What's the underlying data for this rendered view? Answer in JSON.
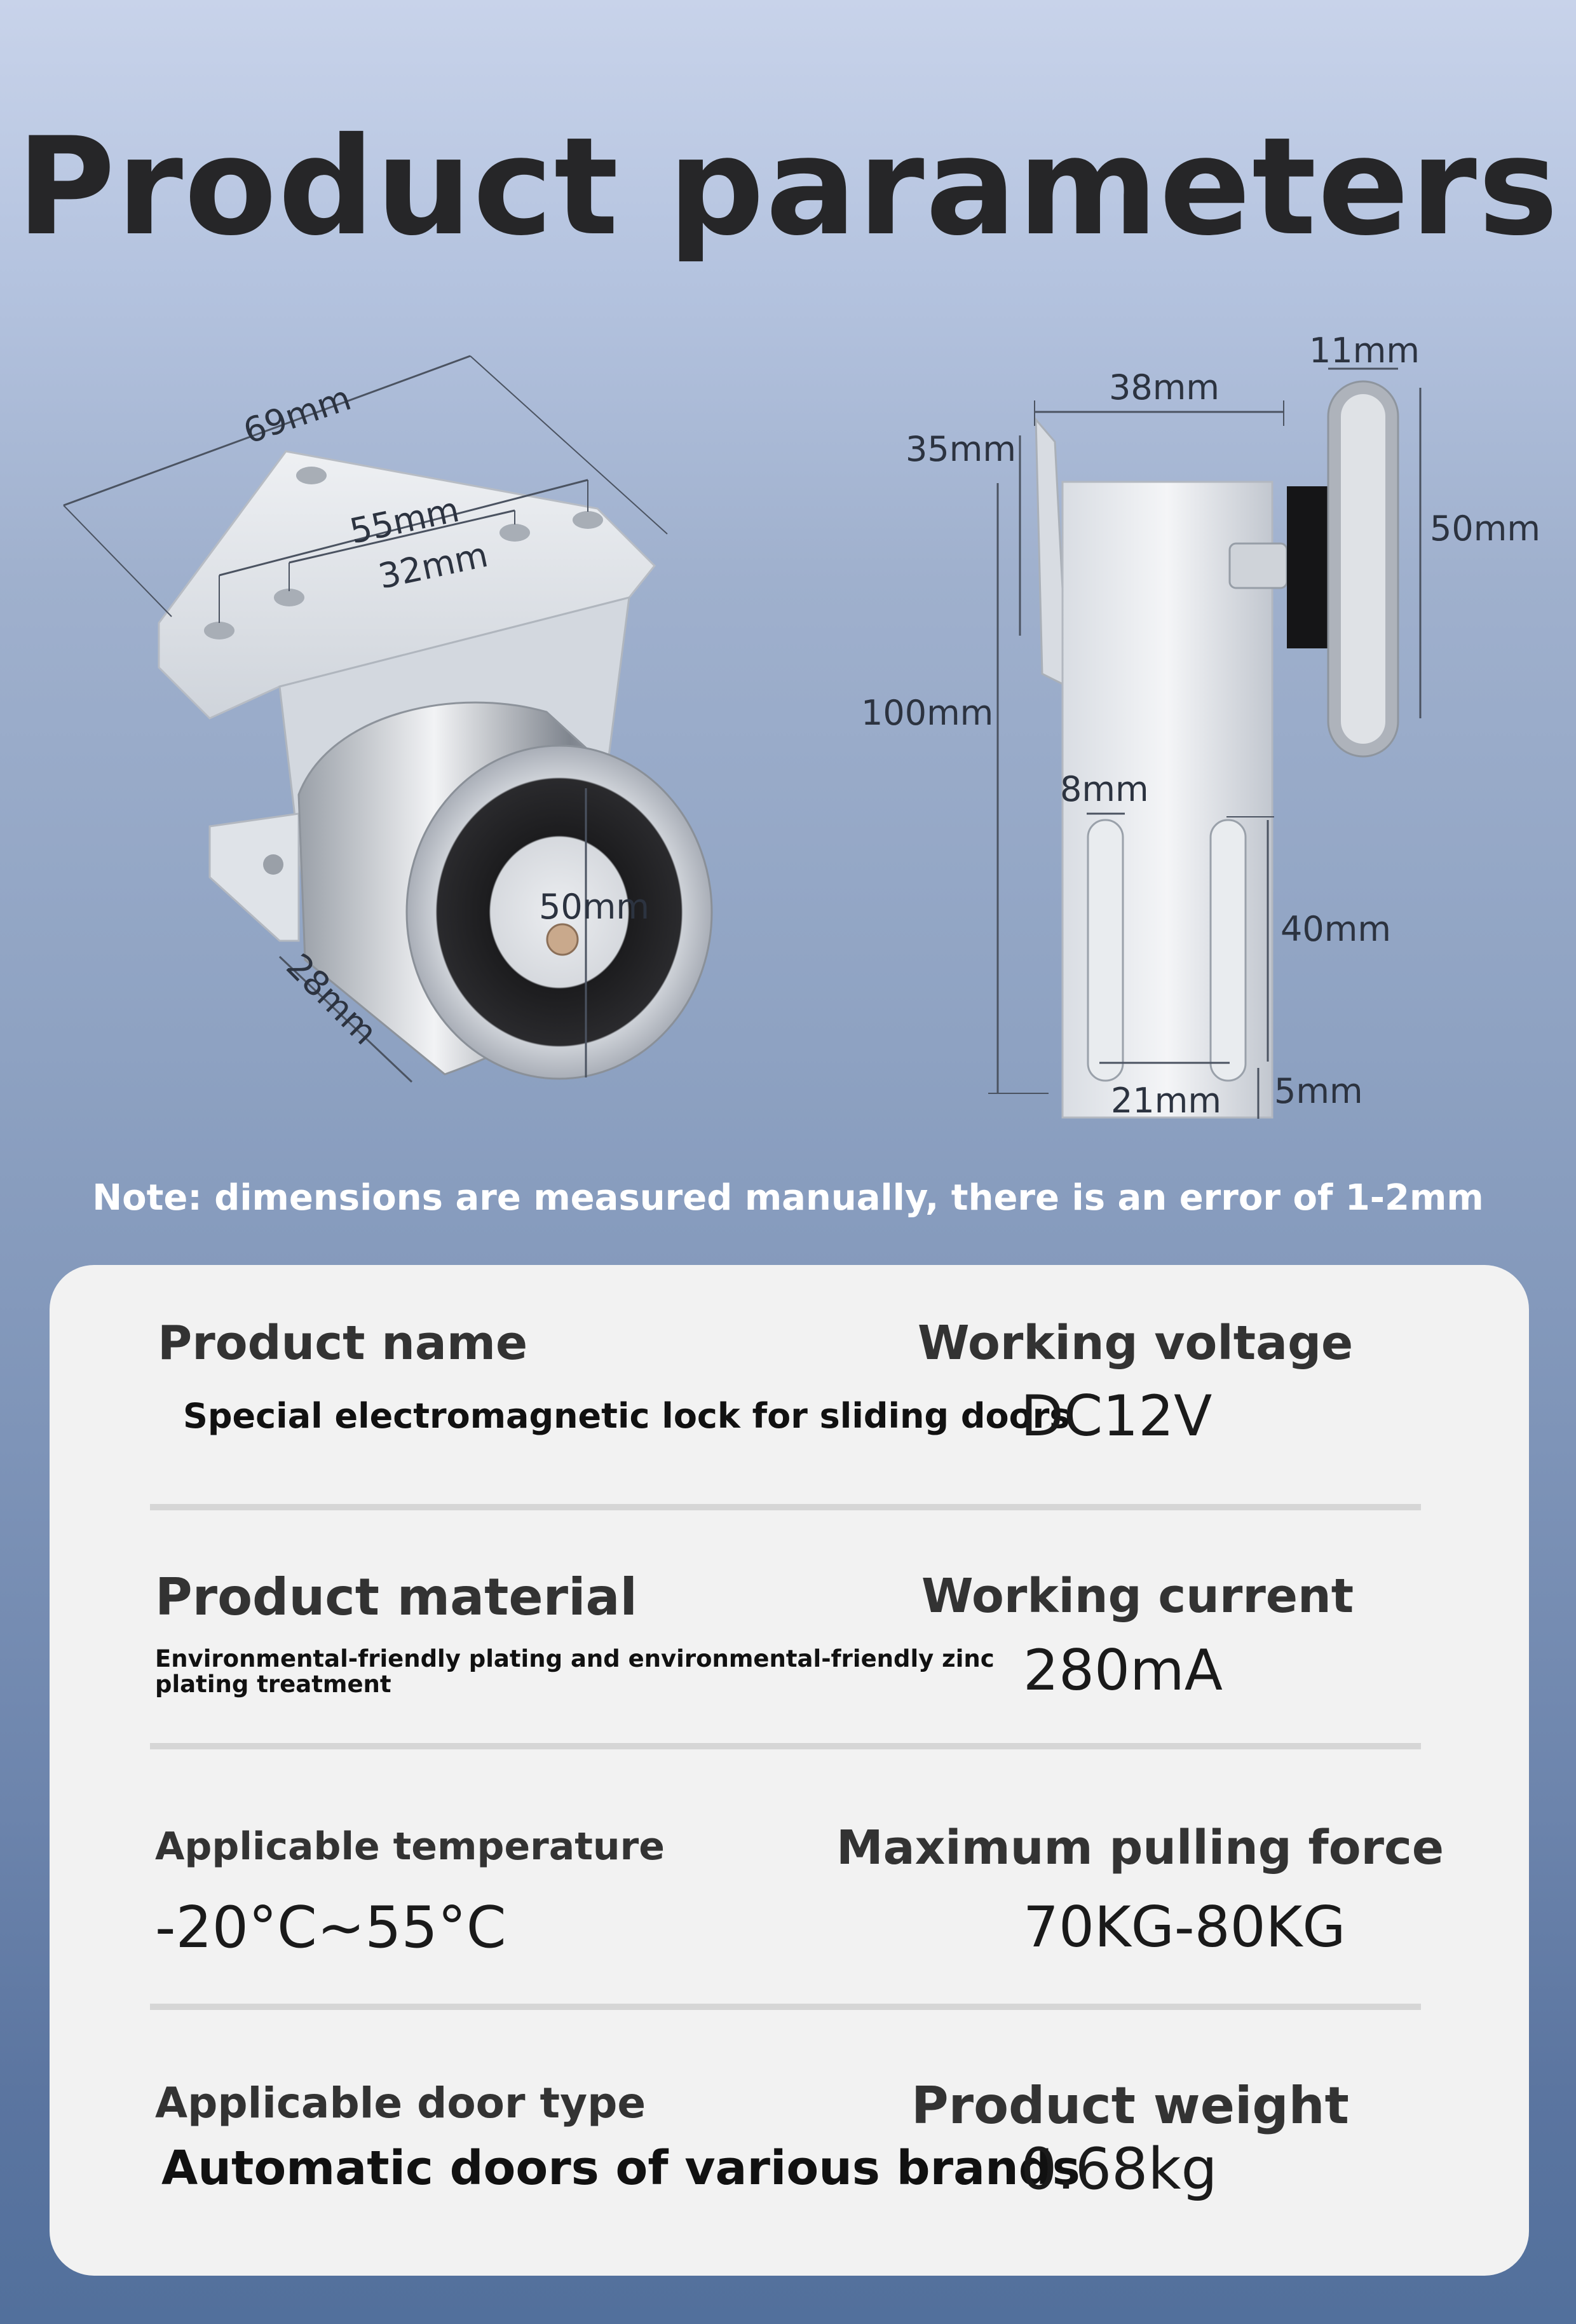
{
  "title": "Product parameters",
  "dimensions": {
    "side_view": {
      "width_69": "69mm",
      "hole_55": "55mm",
      "hole_32": "32mm",
      "depth_28": "28mm",
      "magnet_50": "50mm"
    },
    "front_view": {
      "plate_38": "38mm",
      "top_35": "35mm",
      "height_100": "100mm",
      "slot_8": "8mm",
      "slot_40": "40mm",
      "spacing_21": "21mm",
      "bottom_5": "5mm",
      "armature_11": "11mm",
      "armature_50": "50mm"
    }
  },
  "note": "Note: dimensions are measured manually, there is an error of 1-2mm",
  "specs": {
    "product_name": {
      "label": "Product name",
      "value": "Special electromagnetic lock for sliding doors"
    },
    "working_voltage": {
      "label": "Working voltage",
      "value": "DC12V"
    },
    "product_material": {
      "label": "Product material",
      "value": "Environmental-friendly plating and environmental-friendly zinc plating treatment"
    },
    "working_current": {
      "label": "Working current",
      "value": "280mA"
    },
    "applicable_temperature": {
      "label": "Applicable temperature",
      "value": "-20°C~55°C"
    },
    "max_pulling_force": {
      "label": "Maximum pulling force",
      "value": "70KG-80KG"
    },
    "applicable_door_type": {
      "label": "Applicable door type",
      "value": "Automatic doors of various brands"
    },
    "product_weight": {
      "label": "Product weight",
      "value": "0.68kg"
    }
  }
}
